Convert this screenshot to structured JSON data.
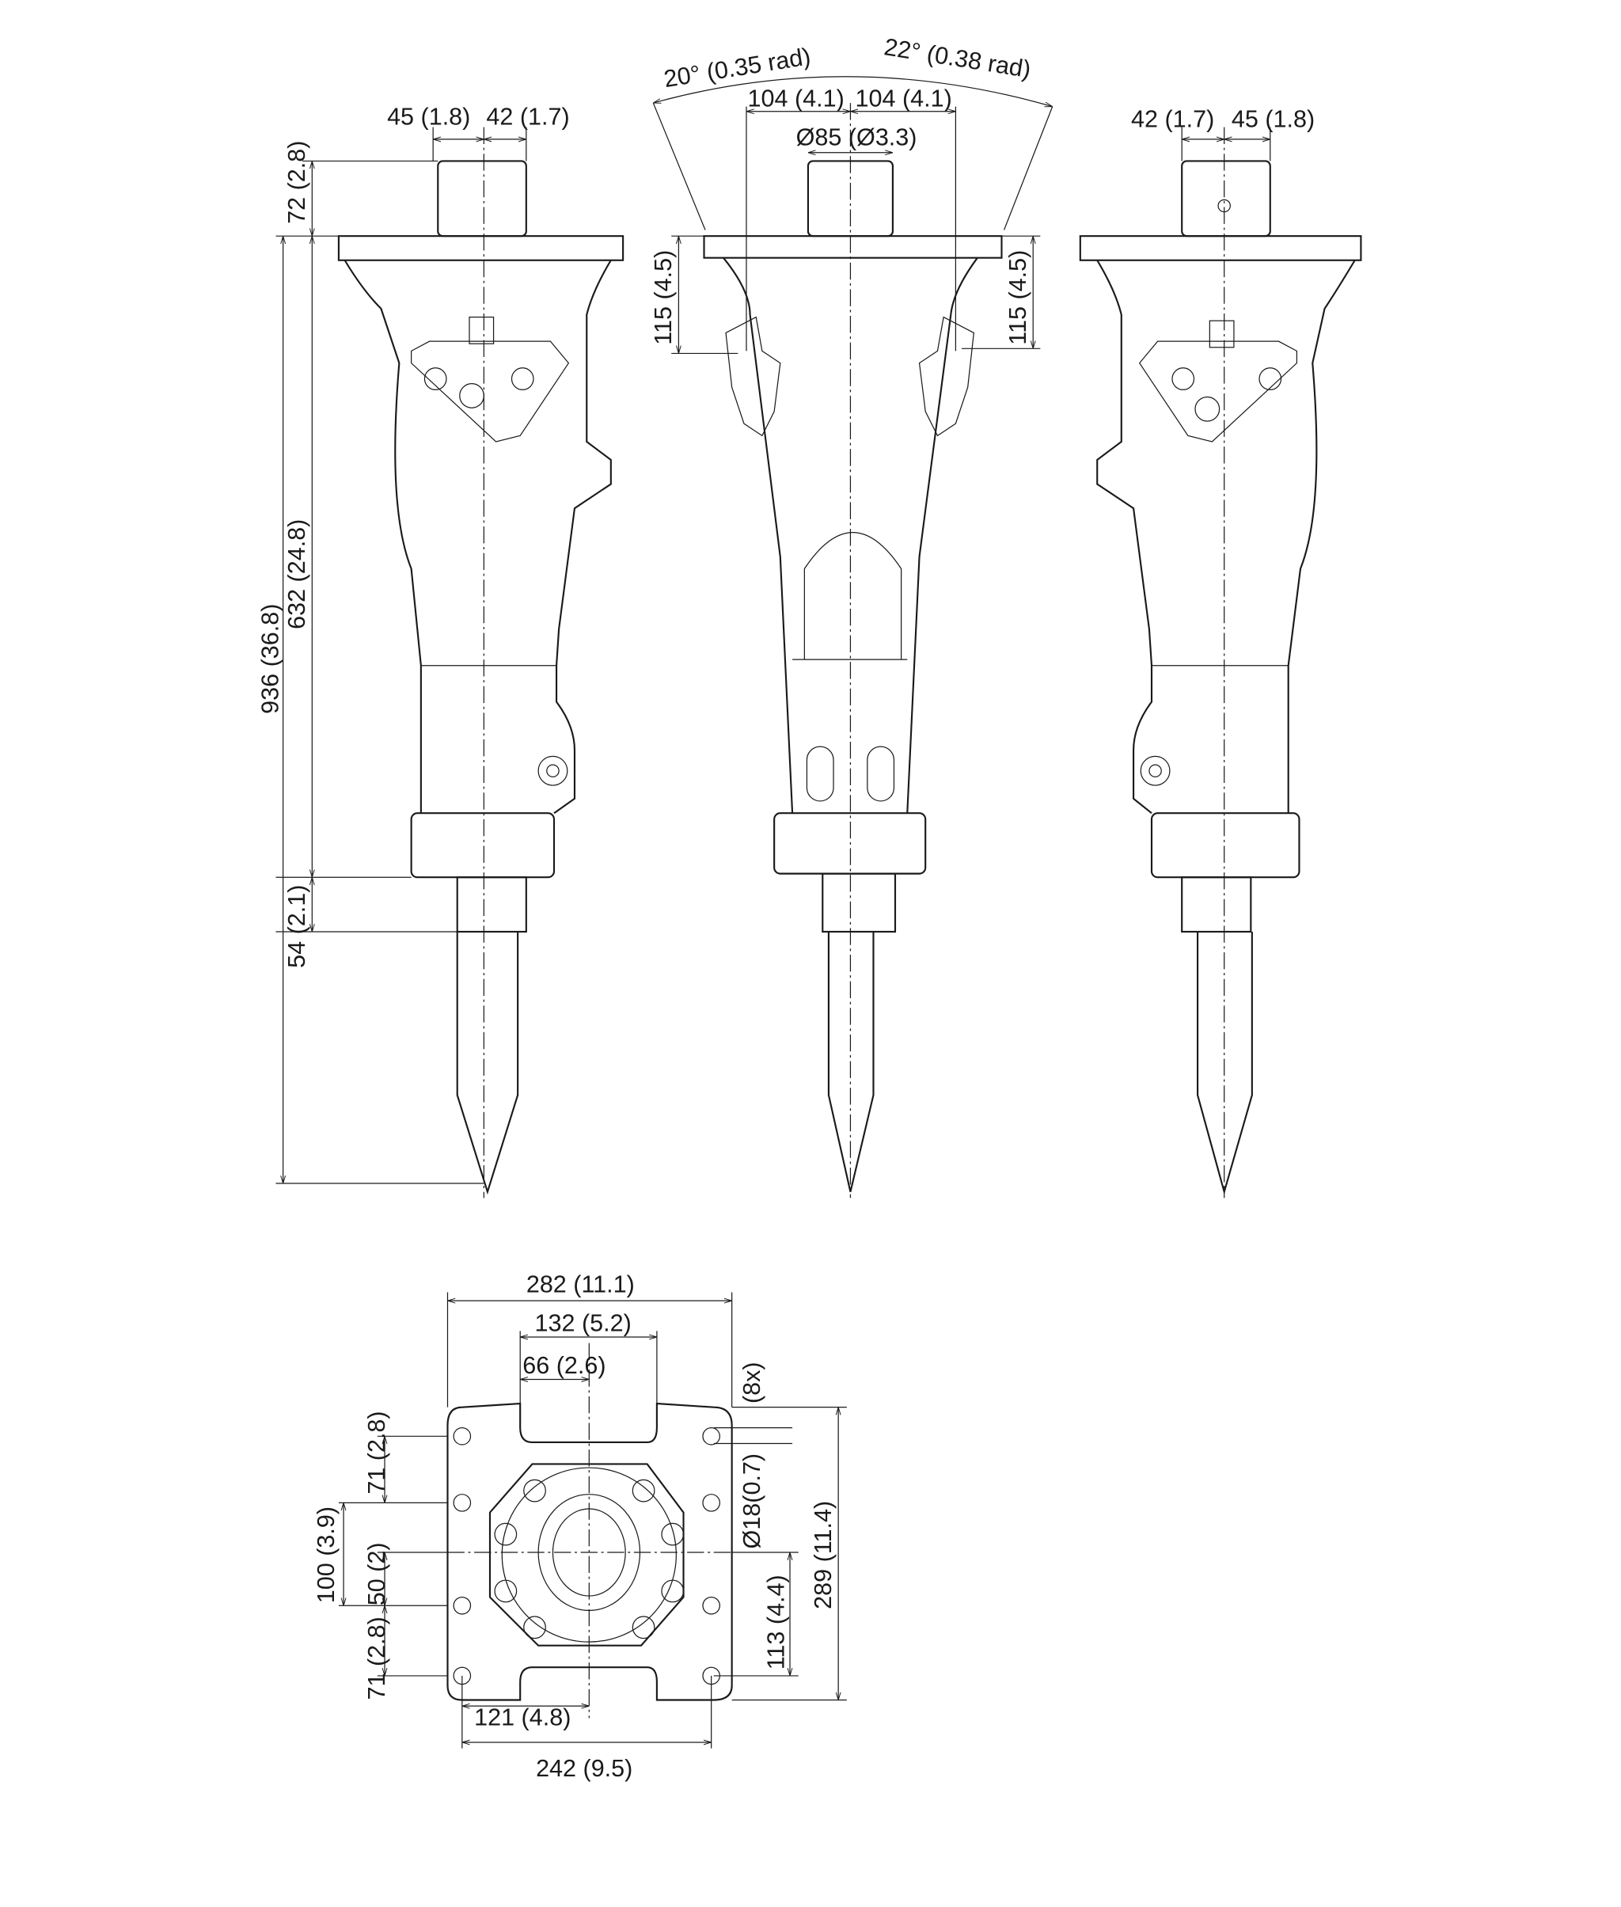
{
  "side_view_left": {
    "dims": {
      "shank_left": "45 (1.8)",
      "shank_right": "42 (1.7)",
      "shank_height": "72 (2.8)",
      "total_length": "936 (36.8)",
      "body_length": "632 (24.8)",
      "bushing_length": "54 (2.1)"
    }
  },
  "front_view": {
    "dims": {
      "angle_left": "20° (0.35 rad)",
      "angle_right": "22° (0.38 rad)",
      "offset_left": "104 (4.1)",
      "offset_right": "104 (4.1)",
      "shank_diameter": "Ø85 (Ø3.3)",
      "port_height_left": "115 (4.5)",
      "port_height_right": "115 (4.5)"
    }
  },
  "side_view_right": {
    "dims": {
      "shank_left": "42 (1.7)",
      "shank_right": "45 (1.8)"
    }
  },
  "top_view": {
    "dims": {
      "plate_width": "282 (11.1)",
      "notch_width": "132 (5.2)",
      "notch_half": "66 (2.6)",
      "hole_count": "(8x)",
      "hole_diameter": "Ø18(0.7)",
      "hole_pitch_top": "71 (2.8)",
      "hole_span_mid": "100 (3.9)",
      "hole_half_mid": "50 (2)",
      "hole_pitch_bottom": "71 (2.8)",
      "center_offset": "113 (4.4)",
      "plate_height": "289 (11.4)",
      "hole_half_x": "121 (4.8)",
      "hole_span_x": "242 (9.5)"
    }
  }
}
